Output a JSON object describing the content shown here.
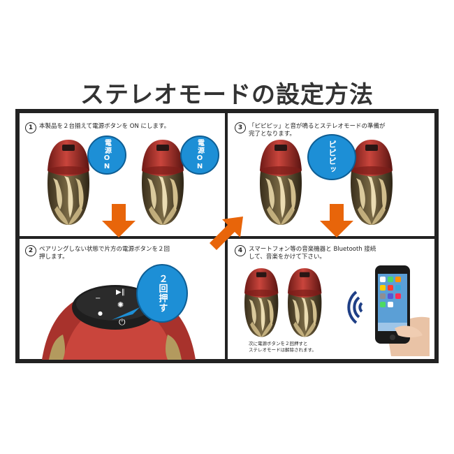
{
  "page_title": "ステレオモードの設定方法",
  "steps": [
    {
      "number": "1",
      "text": "本製品を２台揃えて電源ボタンを ON にします。"
    },
    {
      "number": "2",
      "text": "ペアリングしない状態で片方の電源ボタンを２回\n押します。"
    },
    {
      "number": "3",
      "text": "「ピピピッ」と音が鳴るとステレオモードの準備が\n完了となります。"
    },
    {
      "number": "4",
      "text": "スマートフォン等の音楽機器と Bluetooth 接続\nして、音楽をかけて下さい。"
    }
  ],
  "bubbles": {
    "power_on": "電源ON",
    "press_twice": "２回押す",
    "beep": "ピピピッ"
  },
  "note_text": "次に電源ボタンを２回押すと\nステレオモードは解除されます。",
  "colors": {
    "arrow": "#e8650a",
    "bubble": "#1d8fd6",
    "speaker_red": "#b8322c",
    "speaker_gold": "#a08a5a",
    "frame": "#222222"
  },
  "icons": [
    "play-pause-icon",
    "minus-icon",
    "plus-icon",
    "light-icon",
    "power-icon",
    "bluetooth-waves-icon",
    "arrow-down-icon",
    "arrow-up-right-icon"
  ]
}
